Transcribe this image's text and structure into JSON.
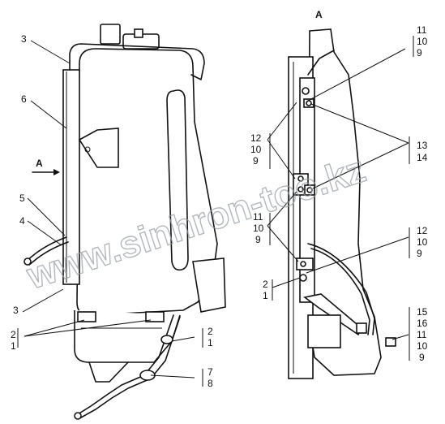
{
  "watermark": "www.sinhron-too.kz",
  "view_title": "A",
  "left_view": {
    "arrow_label": "A",
    "callouts": {
      "c3_top": "3",
      "c6": "6",
      "c5": "5",
      "c4": "4",
      "c3_bottom": "3",
      "c2_left": "2",
      "c1_left": "1",
      "c2_right": "2",
      "c1_right": "1",
      "c7": "7",
      "c8": "8"
    }
  },
  "right_view": {
    "groups": {
      "top_right": [
        "11",
        "10",
        "9"
      ],
      "mid_left": [
        "12",
        "10",
        "9"
      ],
      "mid_right": [
        "13",
        "14"
      ],
      "lower_left": [
        "11",
        "10",
        "9"
      ],
      "lower_right": [
        "12",
        "10",
        "9"
      ],
      "bottom_left": [
        "2",
        "1"
      ],
      "bottom_right": [
        "15",
        "16",
        "11",
        "10",
        "9"
      ]
    }
  }
}
